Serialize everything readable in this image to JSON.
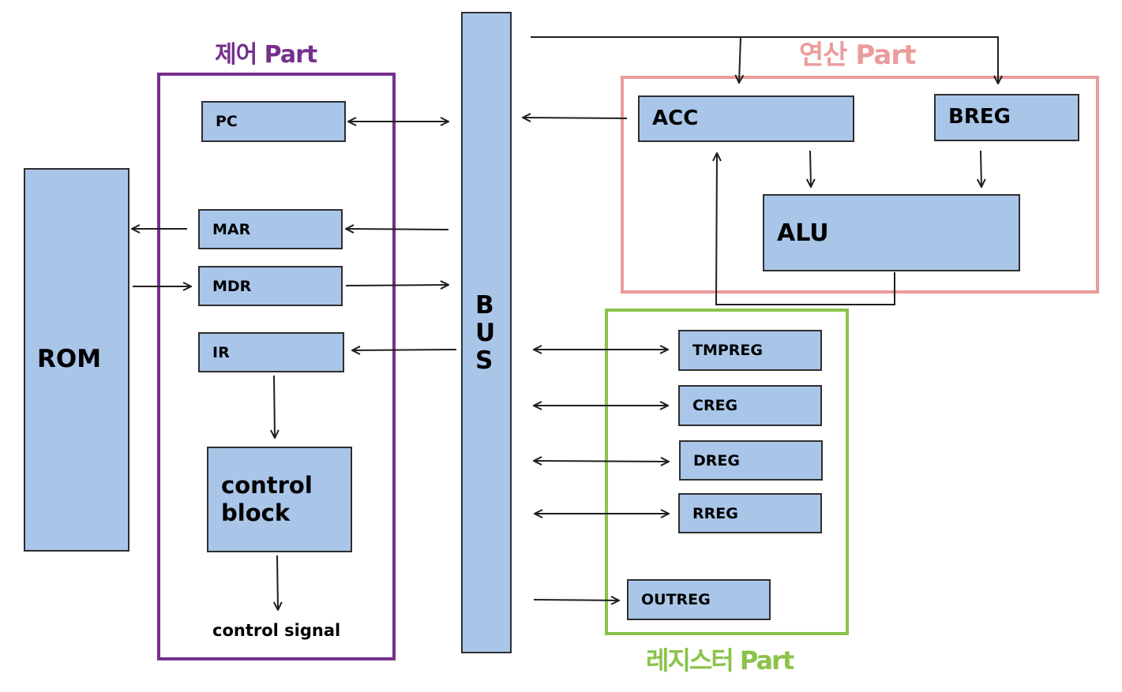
{
  "colors": {
    "block_fill": "#a9c6e9",
    "control_part": "#75308c",
    "arith_part": "#eb9b9b",
    "register_part": "#8bc34a",
    "line": "#1f1f1f"
  },
  "parts": {
    "control": "제어 Part",
    "arith": "연산 Part",
    "register": "레지스터 Part"
  },
  "blocks": {
    "rom": "ROM",
    "bus": [
      "B",
      "U",
      "S"
    ],
    "pc": "PC",
    "mar": "MAR",
    "mdr": "MDR",
    "ir": "IR",
    "control_block": [
      "control",
      "block"
    ],
    "control_signal": "control signal",
    "acc": "ACC",
    "breg": "BREG",
    "alu": "ALU",
    "tmpreg": "TMPREG",
    "creg": "CREG",
    "dreg": "DREG",
    "rreg": "RREG",
    "outreg": "OUTREG"
  }
}
